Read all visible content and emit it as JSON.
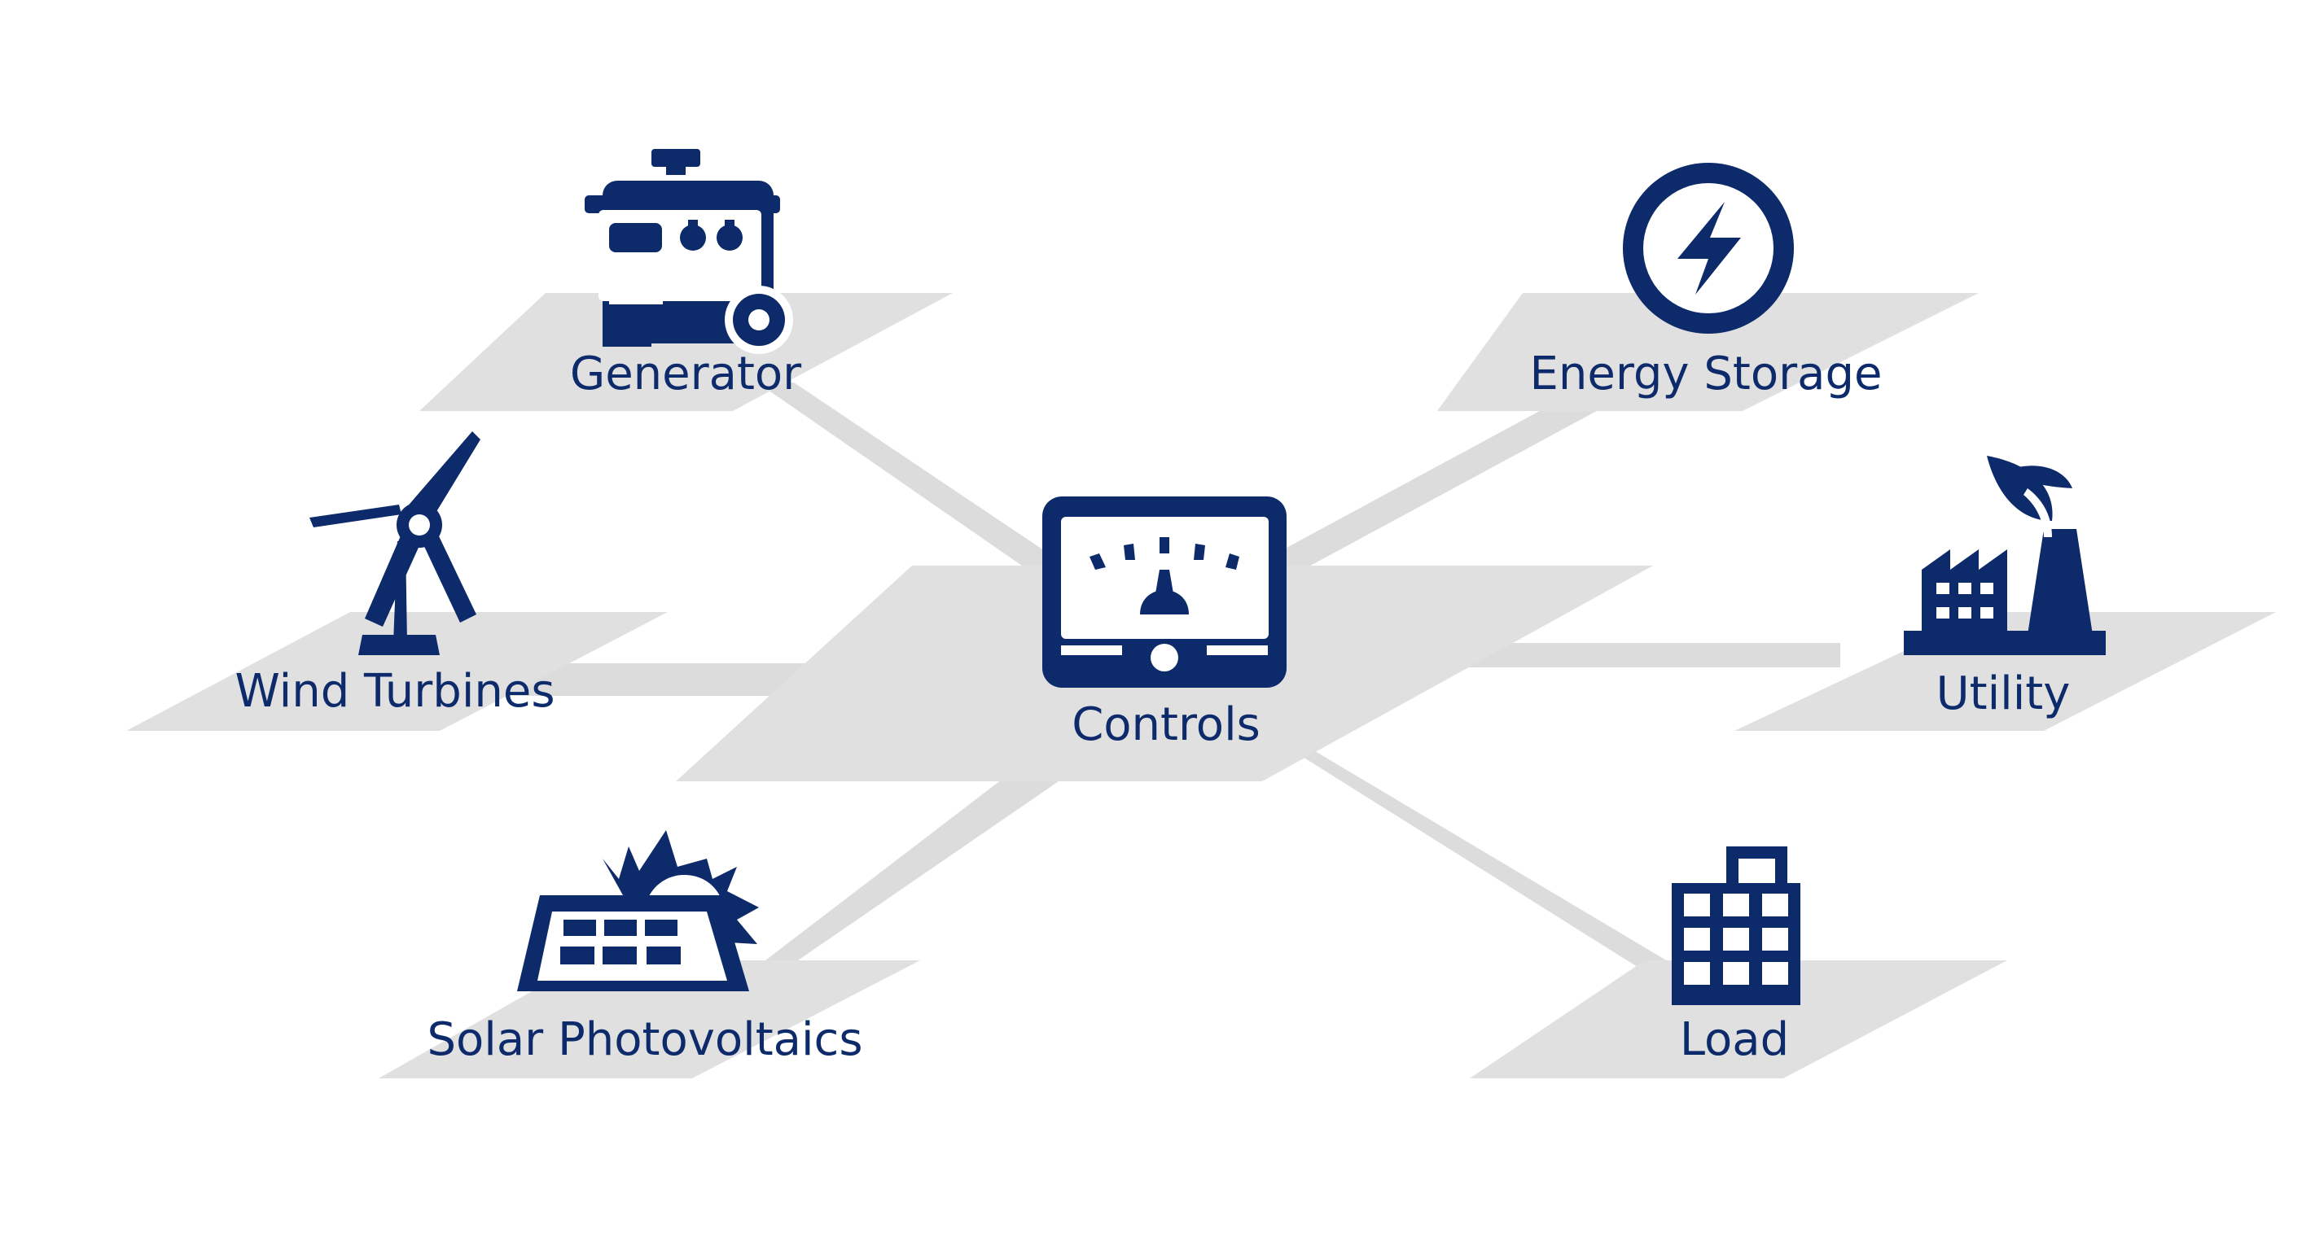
{
  "diagram": {
    "colors": {
      "icon": "#0d2a6b",
      "label": "#0d2a6b",
      "platform": "#e0e0e0",
      "connector": "#dcdcdc",
      "background": "#ffffff"
    },
    "hub": {
      "label": "Controls",
      "icon": "gauge-meter-icon"
    },
    "nodes": [
      {
        "id": "generator",
        "label": "Generator",
        "icon": "generator-icon"
      },
      {
        "id": "energy-storage",
        "label": "Energy Storage",
        "icon": "lightning-circle-icon"
      },
      {
        "id": "wind-turbines",
        "label": "Wind Turbines",
        "icon": "wind-turbine-icon"
      },
      {
        "id": "utility",
        "label": "Utility",
        "icon": "factory-icon"
      },
      {
        "id": "solar-photovoltaics",
        "label": "Solar Photovoltaics",
        "icon": "solar-panel-icon"
      },
      {
        "id": "load",
        "label": "Load",
        "icon": "building-icon"
      }
    ]
  }
}
